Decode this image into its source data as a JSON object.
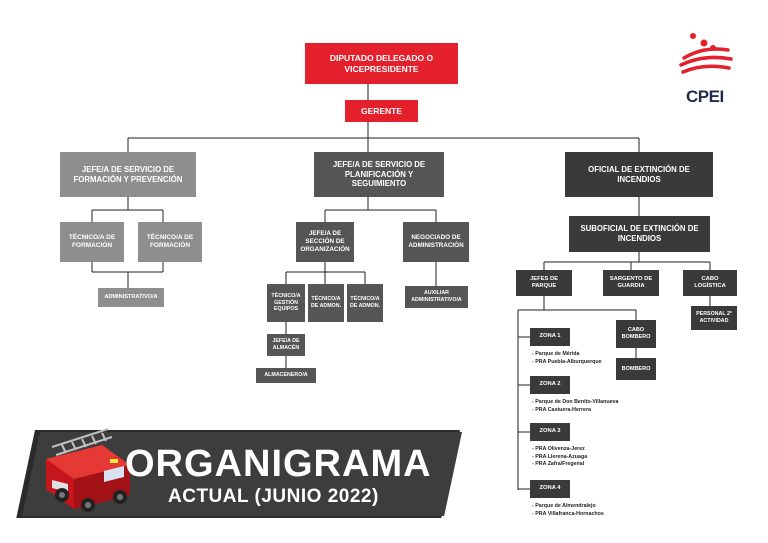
{
  "logo": {
    "text": "CPEI"
  },
  "top": {
    "diputado": "DIPUTADO DELEGADO O VICEPRESIDENTE",
    "gerente": "GERENTE"
  },
  "branch1": {
    "head": "JEFE/A DE SERVICIO DE FORMACIÓN Y PREVENCIÓN",
    "tecnico1": "TÉCNICO/A DE FORMACIÓN",
    "tecnico2": "TÉCNICO/A DE FORMACIÓN",
    "administrativo": "ADMINISTRATIVO/A"
  },
  "branch2": {
    "head": "JEFE/A DE SERVICIO DE PLANIFICACIÓN Y SEGUIMIENTO",
    "jefe_seccion": "JEFE/A DE SECCIÓN DE ORGANIZACIÓN",
    "negociado": "NEGOCIADO DE ADMINISTRACIÓN",
    "tecnico_gestion": "TÉCNICO/A GESTIÓN EQUIPOS",
    "tecnico_admon1": "TÉCNICO/A DE ADMON.",
    "tecnico_admon2": "TÉCNICO/A DE ADMON.",
    "jefe_almacen": "JEFE/A DE ALMACÉN",
    "almacenero": "ALMACENERO/A",
    "auxiliar": "AUXILIAR ADMINISTRATIVO/A"
  },
  "branch3": {
    "oficial": "OFICIAL DE EXTINCIÓN DE INCENDIOS",
    "suboficial": "SUBOFICIAL DE EXTINCIÓN DE INCENDIOS",
    "jefes_parque": "JEFES DE PARQUE",
    "sargento": "SARGENTO DE GUARDIA",
    "cabo_logistica": "CABO LOGÍSTICA",
    "personal": "PERSONAL 2ª ACTIVIDAD",
    "cabo_bombero": "CABO BOMBERO",
    "bombero": "BOMBERO",
    "zones": [
      {
        "label": "ZONA 1",
        "lines": [
          "- Parque de Mérida",
          "- PRA Puebla-Alburquerque"
        ]
      },
      {
        "label": "ZONA 2",
        "lines": [
          "- Parque de Don Benito-Villanueva",
          "- PRA Castuera-Herrera"
        ]
      },
      {
        "label": "ZONA 3",
        "lines": [
          "- PRA Olivenza-Jerez",
          "- PRA Llerena-Azuaga",
          "- PRA Zafra/Fregenal"
        ]
      },
      {
        "label": "ZONA 4",
        "lines": [
          "- Parque de Almendralejo",
          "- PRA Villafranca-Hornachos"
        ]
      }
    ]
  },
  "banner": {
    "title": "ORGANIGRAMA",
    "subtitle": "ACTUAL (JUNIO 2022)"
  },
  "colors": {
    "red": "#e3202b",
    "grey": "#8e8e8e",
    "dark": "#3a3a3a",
    "line": "#222222"
  }
}
